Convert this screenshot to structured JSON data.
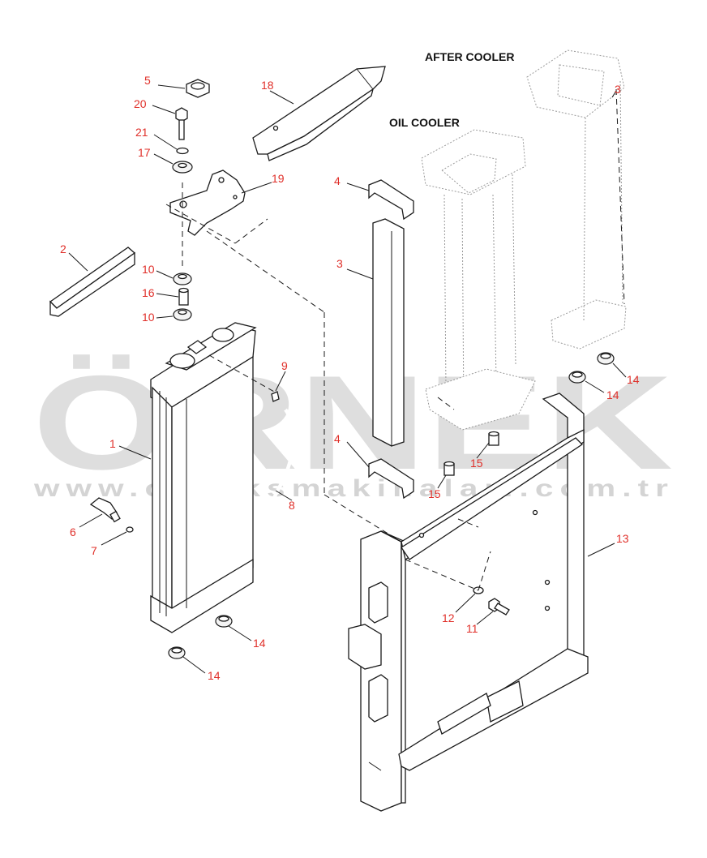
{
  "diagram": {
    "titles": {
      "after_cooler": "AFTER COOLER",
      "oil_cooler": "OIL COOLER"
    },
    "watermark": {
      "brand": "ÖRNEK",
      "url": "www.orneksmakinalari.com.tr"
    },
    "callouts": [
      {
        "id": "c5",
        "text": "5"
      },
      {
        "id": "c20",
        "text": "20"
      },
      {
        "id": "c21",
        "text": "21"
      },
      {
        "id": "c17",
        "text": "17"
      },
      {
        "id": "c18",
        "text": "18"
      },
      {
        "id": "c19",
        "text": "19"
      },
      {
        "id": "c2",
        "text": "2"
      },
      {
        "id": "c10a",
        "text": "10"
      },
      {
        "id": "c16",
        "text": "16"
      },
      {
        "id": "c10b",
        "text": "10"
      },
      {
        "id": "c9",
        "text": "9"
      },
      {
        "id": "c1",
        "text": "1"
      },
      {
        "id": "c6",
        "text": "6"
      },
      {
        "id": "c7",
        "text": "7"
      },
      {
        "id": "c8",
        "text": "8"
      },
      {
        "id": "c4a",
        "text": "4"
      },
      {
        "id": "c3a",
        "text": "3"
      },
      {
        "id": "c4b",
        "text": "4"
      },
      {
        "id": "c3b",
        "text": "3"
      },
      {
        "id": "c15a",
        "text": "15"
      },
      {
        "id": "c15b",
        "text": "15"
      },
      {
        "id": "c14a",
        "text": "14"
      },
      {
        "id": "c14b",
        "text": "14"
      },
      {
        "id": "c14c",
        "text": "14"
      },
      {
        "id": "c14d",
        "text": "14"
      },
      {
        "id": "c13",
        "text": "13"
      },
      {
        "id": "c12",
        "text": "12"
      },
      {
        "id": "c11",
        "text": "11"
      }
    ]
  }
}
